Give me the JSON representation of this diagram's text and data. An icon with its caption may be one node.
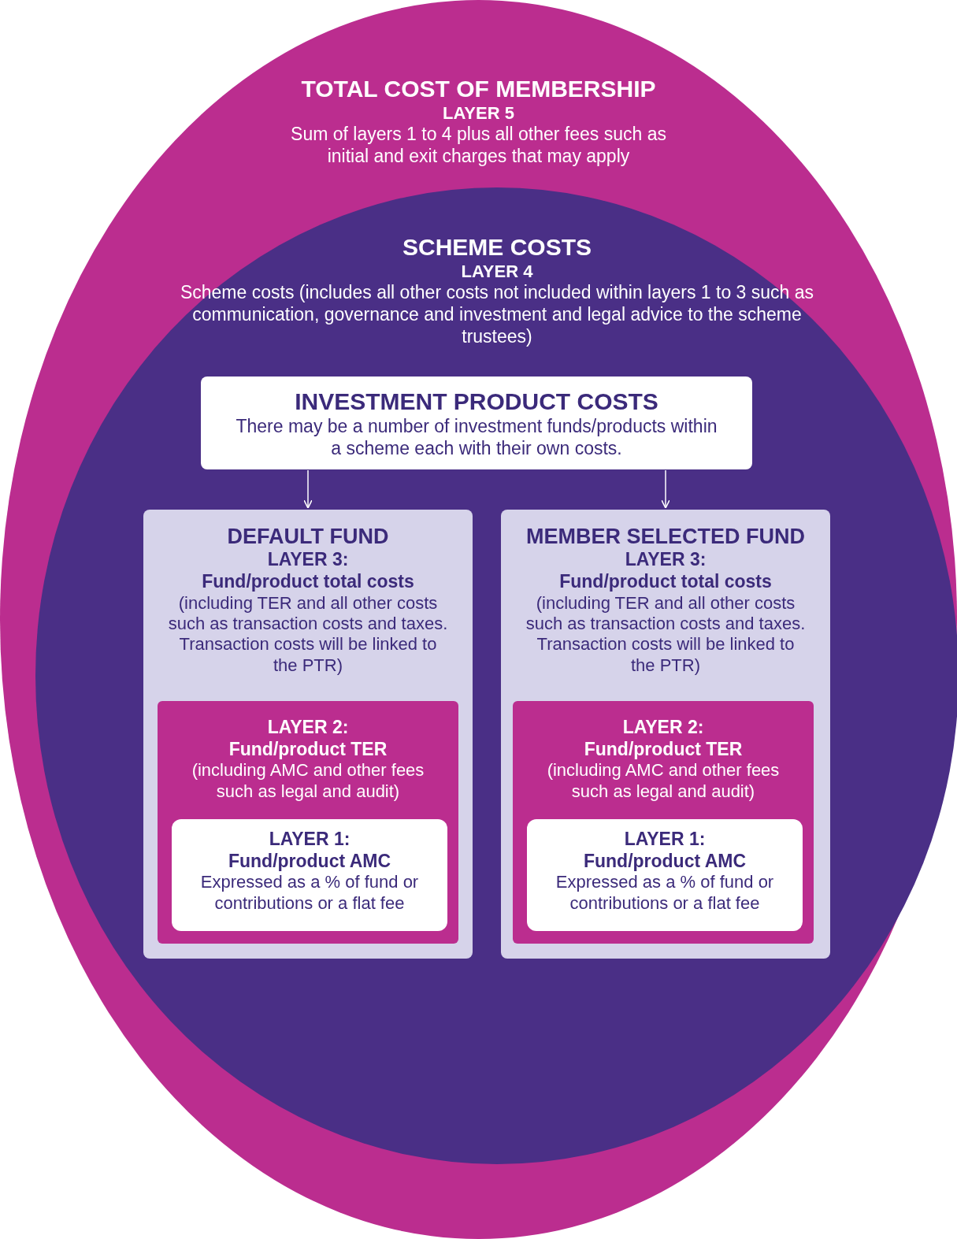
{
  "diagram": {
    "nodes": [
      {
        "text": [
          "TOTAL COST OF MEMBERSHIP",
          "LAYER 5",
          "Sum of layers 1 to 4 plus all other fees such as initial and exit charges that may apply"
        ]
      },
      {
        "text": [
          "SCHEME COSTS",
          "LAYER 4",
          "Scheme costs (includes all other costs not included within layers 1 to 3 such as communication, governance and investment and legal advice to the scheme trustees)"
        ],
        "in": 0
      },
      {
        "text": [
          "INVESTMENT PRODUCT COSTS",
          "There may be a number of investment funds/products within a scheme each with their own costs."
        ],
        "in": 1
      },
      {
        "text": [
          "DEFAULT FUND",
          "LAYER 3:",
          "Fund/product total costs",
          "(including TER and all other costs such as transaction costs and taxes. Transaction costs will be linked to the PTR)"
        ],
        "in": 1
      },
      {
        "text": [
          "LAYER 2:",
          "Fund/product TER",
          "(including AMC and other fees such as legal and audit)"
        ],
        "in": 3
      },
      {
        "text": [
          "LAYER 1:",
          "Fund/product AMC",
          "Expressed as a % of fund or contributions or a flat fee"
        ],
        "in": 4
      },
      {
        "text": [
          "MEMBER SELECTED FUND",
          "LAYER 3:",
          "Fund/product total costs",
          "(including TER and all other costs such as transaction costs and taxes. Transaction costs will be linked to the PTR)"
        ],
        "in": 1
      },
      {
        "text": [
          "LAYER 2:",
          "Fund/product TER",
          "(including AMC and other fees such as legal and audit)"
        ],
        "in": 6
      },
      {
        "text": [
          "LAYER 1:",
          "Fund/product AMC",
          "Expressed as a % of fund or contributions or a flat fee"
        ],
        "in": 7
      }
    ],
    "edges": [
      {
        "from": 2,
        "to": 3,
        "arrow": "to",
        "color": "#ffffff"
      },
      {
        "from": 2,
        "to": 6,
        "arrow": "to",
        "color": "#ffffff"
      }
    ]
  }
}
